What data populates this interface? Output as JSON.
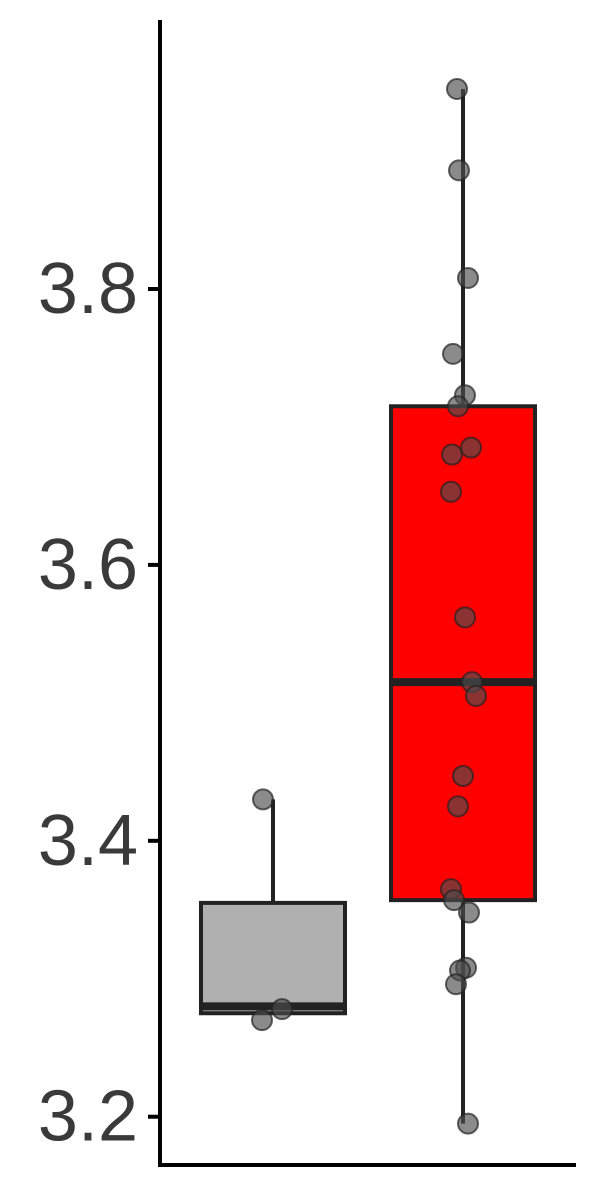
{
  "chart_data": {
    "type": "box",
    "title": "",
    "xlabel": "",
    "ylabel": "",
    "ylim": [
      3.165,
      3.995
    ],
    "yticks": [
      3.2,
      3.4,
      3.6,
      3.8
    ],
    "ytick_labels": [
      "3.2",
      "3.4",
      "3.6",
      "3.8"
    ],
    "grid": false,
    "legend": "none",
    "groups": [
      {
        "fill": "#b0b0b0",
        "box": {
          "q1": 3.275,
          "median": 3.28,
          "q3": 3.355,
          "whisker_low": 3.275,
          "whisker_high": 3.43
        },
        "points": [
          {
            "x": -0.1,
            "y": 3.43
          },
          {
            "x": -0.11,
            "y": 3.27
          },
          {
            "x": 0.09,
            "y": 3.278
          }
        ]
      },
      {
        "fill": "#ff0000",
        "box": {
          "q1": 3.357,
          "median": 3.515,
          "q3": 3.715,
          "whisker_low": 3.195,
          "whisker_high": 3.945
        },
        "points": [
          {
            "x": -0.06,
            "y": 3.945
          },
          {
            "x": -0.04,
            "y": 3.886
          },
          {
            "x": 0.05,
            "y": 3.808
          },
          {
            "x": -0.1,
            "y": 3.753
          },
          {
            "x": 0.02,
            "y": 3.723
          },
          {
            "x": -0.05,
            "y": 3.715
          },
          {
            "x": 0.08,
            "y": 3.685
          },
          {
            "x": -0.11,
            "y": 3.68
          },
          {
            "x": -0.12,
            "y": 3.653
          },
          {
            "x": 0.02,
            "y": 3.562
          },
          {
            "x": 0.09,
            "y": 3.515
          },
          {
            "x": 0.13,
            "y": 3.505
          },
          {
            "x": 0.0,
            "y": 3.447
          },
          {
            "x": -0.05,
            "y": 3.425
          },
          {
            "x": -0.12,
            "y": 3.365
          },
          {
            "x": -0.09,
            "y": 3.357
          },
          {
            "x": 0.06,
            "y": 3.348
          },
          {
            "x": 0.03,
            "y": 3.308
          },
          {
            "x": -0.03,
            "y": 3.306
          },
          {
            "x": -0.07,
            "y": 3.296
          },
          {
            "x": 0.05,
            "y": 3.195
          }
        ]
      }
    ],
    "point_color": "#4d4d4d"
  }
}
